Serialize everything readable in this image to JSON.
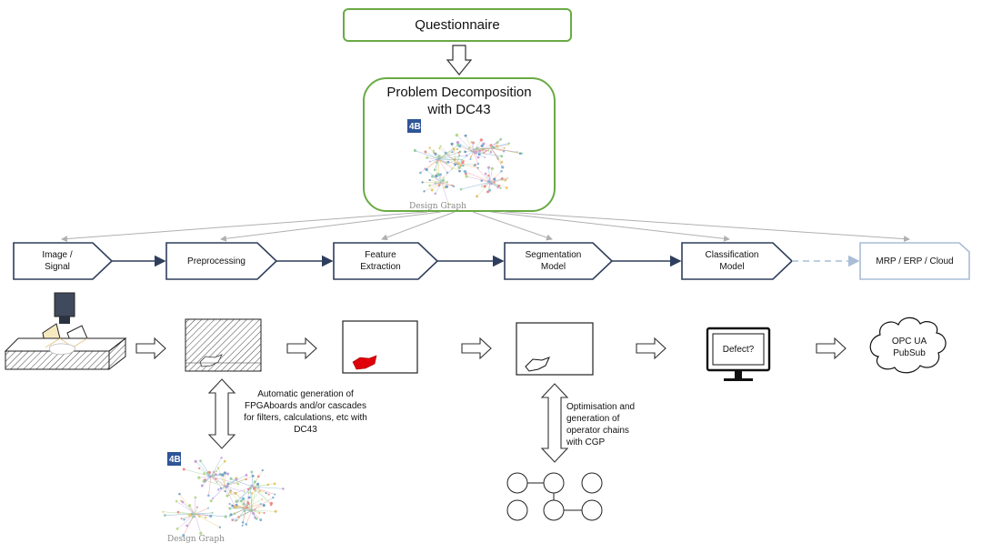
{
  "top": {
    "questionnaire": "Questionnaire",
    "decomposition_line1": "Problem Decomposition",
    "decomposition_line2": "with DC43",
    "design_graph_caption": "Design Graph",
    "badge": "4B"
  },
  "pipeline": [
    {
      "line1": "Image /",
      "line2": "Signal"
    },
    {
      "line1": "Preprocessing",
      "line2": ""
    },
    {
      "line1": "Feature",
      "line2": "Extraction"
    },
    {
      "line1": "Segmentation",
      "line2": "Model"
    },
    {
      "line1": "Classification",
      "line2": "Model"
    }
  ],
  "output_box": "MRP / ERP / Cloud",
  "monitor_text": "Defect?",
  "cloud_line1": "OPC UA",
  "cloud_line2": "PubSub",
  "fpga_note": {
    "line1": "Automatic generation of",
    "line2": "FPGAboards  and/or cascades",
    "line3": "for filters, calculations, etc with",
    "line4": "DC43"
  },
  "cgp_note": {
    "line1": "Optimisation and",
    "line2": "generation  of",
    "line3": "operator chains",
    "line4": "with CGP"
  },
  "bottom_graph": {
    "caption": "Design Graph",
    "badge": "4B"
  },
  "colors": {
    "green_border": "#6aaa45",
    "navy": "#2f3e5c",
    "gray_arrow": "#b0b0b0",
    "light_blue_border": "#a9bdd6",
    "badge_blue": "#2e5597",
    "defect_red": "#e0000a"
  }
}
